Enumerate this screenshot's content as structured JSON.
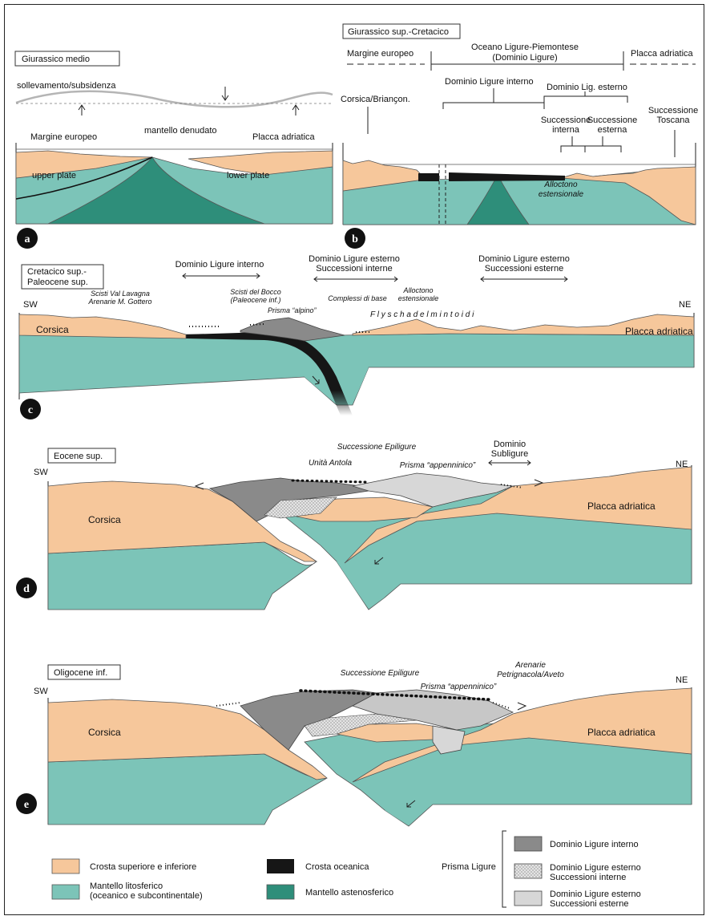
{
  "panels": {
    "a": {
      "letter": "a",
      "title": "Giurassico medio",
      "uplift": "sollevamento/subsidenza",
      "margin_eu": "Margine europeo",
      "mantle_exposed": "mantello denudato",
      "plate_adr": "Placca adriatica",
      "upper_plate": "upper plate",
      "lower_plate": "lower plate"
    },
    "b": {
      "letter": "b",
      "title": "Giurassico sup.-Cretacico",
      "margin_eu": "Margine europeo",
      "ocean_line1": "Oceano Ligure-Piemontese",
      "ocean_line2": "(Dominio Ligure)",
      "plate_adr": "Placca adriatica",
      "dom_int": "Dominio Ligure interno",
      "dom_ext": "Dominio Lig. esterno",
      "corsica": "Corsica/Brianҫon.",
      "succ_int_1": "Successione",
      "succ_int_2": "interna",
      "succ_ext_1": "Successione",
      "succ_ext_2": "esterna",
      "succ_tosc_1": "Successione",
      "succ_tosc_2": "Toscana",
      "alloc_1": "Alloctono",
      "alloc_2": "estensionale"
    },
    "c": {
      "letter": "c",
      "title_1": "Cretacico sup.-",
      "title_2": "Paleocene sup.",
      "dom_int": "Dominio Ligure interno",
      "dom_ext_int_1": "Dominio Ligure esterno",
      "dom_ext_int_2": "Successioni interne",
      "dom_ext_ext_1": "Dominio Ligure esterno",
      "dom_ext_ext_2": "Successioni esterne",
      "scisti_val_1": "Scisti Val Lavagna",
      "scisti_val_2": "Arenarie M. Gottero",
      "scisti_bocco_1": "Scisti del Bocco",
      "scisti_bocco_2": "(Paleocene inf.)",
      "prisma": "Prisma “alpino”",
      "complessi": "Complessi di base",
      "alloc_1": "Alloctono",
      "alloc_2": "estensionale",
      "flysch": "F l y s c h   a d   e l m i n t o i d i",
      "sw": "SW",
      "ne": "NE",
      "corsica": "Corsica",
      "plate_adr": "Placca adriatica"
    },
    "d": {
      "letter": "d",
      "title": "Eocene sup.",
      "sw": "SW",
      "ne": "NE",
      "succ_epi": "Successione Epiligure",
      "unita": "Unità Antola",
      "prisma": "Prisma “appenninico”",
      "sub_1": "Dominio",
      "sub_2": "Subligure",
      "corsica": "Corsica",
      "plate_adr": "Placca adriatica"
    },
    "e": {
      "letter": "e",
      "title": "Oligocene inf.",
      "sw": "SW",
      "ne": "NE",
      "succ_epi": "Successione Epiligure",
      "aren_1": "Arenarie",
      "aren_2": "Petrignacola/Aveto",
      "prisma": "Prisma “appenninico”",
      "corsica": "Corsica",
      "plate_adr": "Placca adriatica"
    }
  },
  "legend": {
    "crust": "Crosta superiore e inferiore",
    "mantle_lit_1": "Mantello litosferico",
    "mantle_lit_2": "(oceanico e subcontinentale)",
    "oceanic": "Crosta oceanica",
    "asthen": "Mantello astenosferico",
    "prisma_title": "Prisma Ligure",
    "lig_int": "Dominio Ligure interno",
    "lig_ext_int_1": "Dominio Ligure esterno",
    "lig_ext_int_2": "Successioni interne",
    "lig_ext_ext_1": "Dominio Ligure esterno",
    "lig_ext_ext_2": "Successioni esterne"
  },
  "colors": {
    "crust": "#f6c79b",
    "mantle": "#7cc4b8",
    "asthenosphere": "#2e8e7a",
    "oceanic_crust": "#161616",
    "ligure_interno": "#8a8a8a",
    "ligure_esterno_interne": "#c7c7c7",
    "ligure_esterno_esterne": "#d7d7d7"
  }
}
